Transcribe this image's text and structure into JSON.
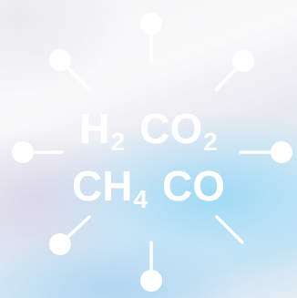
{
  "formulas": {
    "row1": {
      "h2_main": "H",
      "h2_sub": "2",
      "co2_main": "CO",
      "co2_sub": "2"
    },
    "row2": {
      "ch4_main": "CH",
      "ch4_sub": "4",
      "co": "CO"
    }
  },
  "icons": [
    "molecule-atom-icon"
  ],
  "colors": {
    "foreground": "#ffffff",
    "background_light": "#f2f2f4",
    "background_accent": "#96d7f5"
  }
}
